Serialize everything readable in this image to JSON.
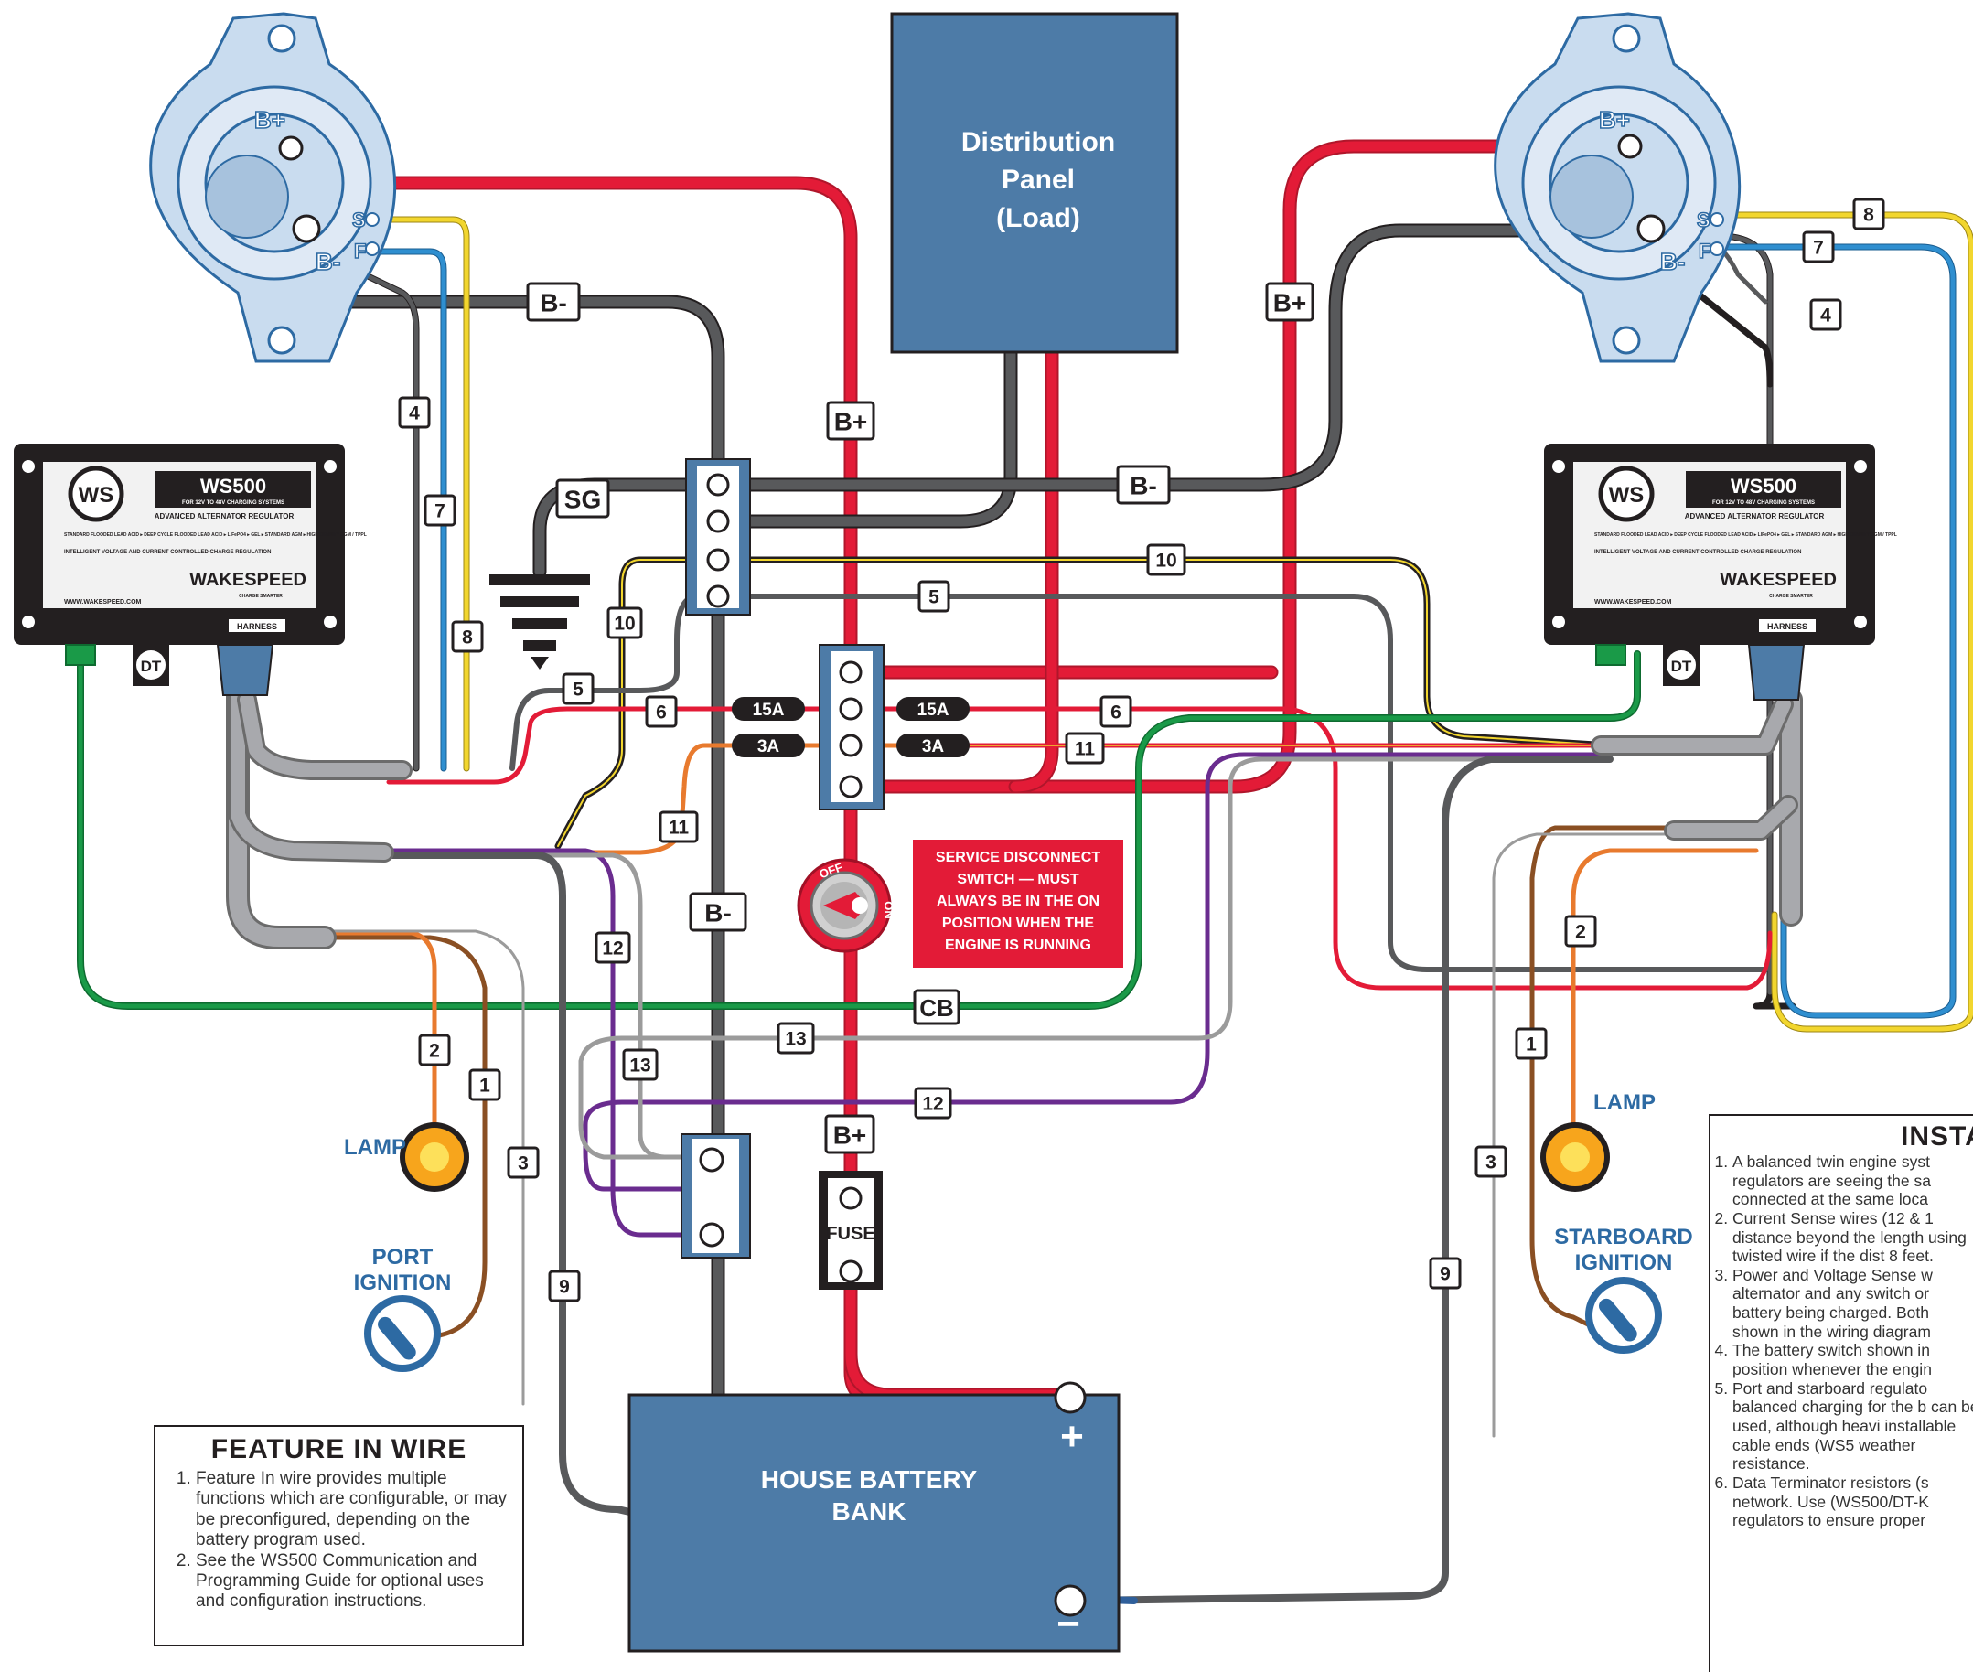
{
  "colors": {
    "panel_blue": "#4d7ba7",
    "red_wire": "#e31b37",
    "black_wire": "#58595b",
    "green_wire": "#1a9a48",
    "blue_wire": "#2f8fd0",
    "yellow_wire": "#f2d62e",
    "orange_wire": "#e87a2e",
    "brown_wire": "#8a4f23",
    "purple_wire": "#6a2c8f",
    "gray_harness": "#a8a9ad",
    "alternator_blue": "#c9dcef",
    "label_blue": "#2d6aa3",
    "service_red": "#e31b37"
  },
  "distribution_panel": {
    "line1": "Distribution",
    "line2": "Panel",
    "line3": "(Load)"
  },
  "battery": {
    "line1": "HOUSE BATTERY",
    "line2": "BANK",
    "plus": "+",
    "minus": "−"
  },
  "alternators": {
    "port": {
      "bplus": "B+",
      "bminus": "B-",
      "s": "S",
      "f": "F"
    },
    "starboard": {
      "bplus": "B+",
      "bminus": "B-",
      "s": "S",
      "f": "F"
    }
  },
  "regulators": {
    "port": {
      "logo": "WS",
      "model": "WS500",
      "subtitle": "FOR 12V TO 48V CHARGING SYSTEMS",
      "product": "ADVANCED ALTERNATOR REGULATOR",
      "features": "STANDARD FLOODED LEAD ACID ▸ DEEP CYCLE FLOODED LEAD ACID ▸ LIFePO4 ▸ GEL ▸ STANDARD AGM ▸ HIGH DENSITY AGM / TPPL",
      "desc": "INTELLIGENT VOLTAGE AND CURRENT CONTROLLED CHARGE REGULATION",
      "brand": "WAKESPEED",
      "tagline": "CHARGE SMARTER",
      "url": "WWW.WAKESPEED.COM",
      "harness": "HARNESS",
      "dt": "DT"
    },
    "starboard": {
      "logo": "WS",
      "model": "WS500",
      "subtitle": "FOR 12V TO 48V CHARGING SYSTEMS",
      "product": "ADVANCED ALTERNATOR REGULATOR",
      "features": "STANDARD FLOODED LEAD ACID ▸ DEEP CYCLE FLOODED LEAD ACID ▸ LIFePO4 ▸ GEL ▸ STANDARD AGM ▸ HIGH DENSITY AGM / TPPL",
      "desc": "INTELLIGENT VOLTAGE AND CURRENT CONTROLLED CHARGE REGULATION",
      "brand": "WAKESPEED",
      "tagline": "CHARGE SMARTER",
      "url": "WWW.WAKESPEED.COM",
      "harness": "HARNESS",
      "dt": "DT"
    }
  },
  "wire_labels": {
    "bminus_port": "B-",
    "bplus_center": "B+",
    "bplus_right": "B+",
    "bminus_right": "B-",
    "sg": "SG",
    "bminus_lower": "B-",
    "bplus_fuse": "B+",
    "cb": "CB",
    "w4_port": "4",
    "w7_port": "7",
    "w8_port": "8",
    "w10_port": "10",
    "w5_port": "5",
    "w6_port": "6",
    "w11_port": "11",
    "w12_port": "12",
    "w13_port": "13",
    "w2_port": "2",
    "w1_port": "1",
    "w3_port": "3",
    "w9_port": "9",
    "w8_stbd": "8",
    "w7_stbd": "7",
    "w4_stbd": "4",
    "w10_stbd": "10",
    "w5_stbd": "5",
    "w6_stbd": "6",
    "w11_stbd": "11",
    "w13_stbd": "13",
    "w12_stbd": "12",
    "w2_stbd": "2",
    "w1_stbd": "1",
    "w3_stbd": "3",
    "w9_stbd": "9"
  },
  "fuses": {
    "f15a_left": "15A",
    "f15a_right": "15A",
    "f3a_left": "3A",
    "f3a_right": "3A",
    "main": "FUSE"
  },
  "switch": {
    "off": "OFF",
    "on": "ON"
  },
  "service_note": {
    "l1": "SERVICE DISCONNECT",
    "l2": "SWITCH — MUST",
    "l3": "ALWAYS BE IN THE ON",
    "l4": "POSITION WHEN THE",
    "l5": "ENGINE IS RUNNING"
  },
  "port_side": {
    "lamp": "LAMP",
    "ignition_l1": "PORT",
    "ignition_l2": "IGNITION"
  },
  "starboard_side": {
    "lamp": "LAMP",
    "ignition_l1": "STARBOARD",
    "ignition_l2": "IGNITION"
  },
  "feature_in_wire": {
    "title": "FEATURE IN WIRE",
    "items": [
      "Feature In wire provides multiple functions which are configurable, or may be preconfigured, depending on the battery program used.",
      "See the WS500 Communication and Programming Guide for optional uses and configuration instructions."
    ]
  },
  "install_notes": {
    "title": "INSTA",
    "items": [
      "A  balanced twin engine syst regulators are seeing the sa connected at the same loca",
      "Current Sense wires (12 & 1 distance beyond the length using twisted wire if the dist 8 feet.",
      "Power and Voltage Sense w alternator and any switch or battery being charged. Both shown in the wiring diagram",
      "The battery switch shown in position whenever the engin",
      "Port and starboard regulato balanced charging for the b can be used, although heavi installable cable ends (WS5 weather resistance.",
      "Data Terminator resistors (s network. Use  (WS500/DT-K regulators to ensure proper"
    ]
  }
}
